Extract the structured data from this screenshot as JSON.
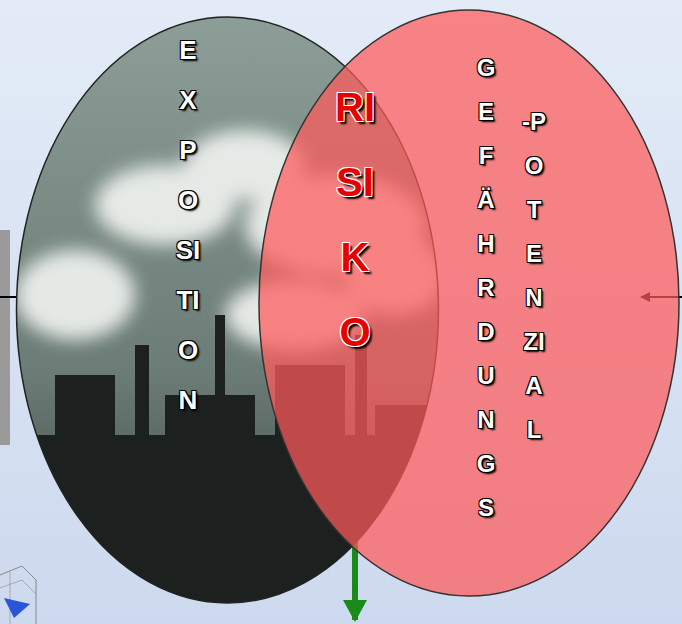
{
  "diagram": {
    "nodes": [
      {
        "text": [
          "EXPOSITION"
        ]
      },
      {
        "text": [
          "GEFÄHRDUNGS",
          "-POTENZIAL"
        ]
      }
    ],
    "labels": [
      "RISIKO"
    ]
  }
}
